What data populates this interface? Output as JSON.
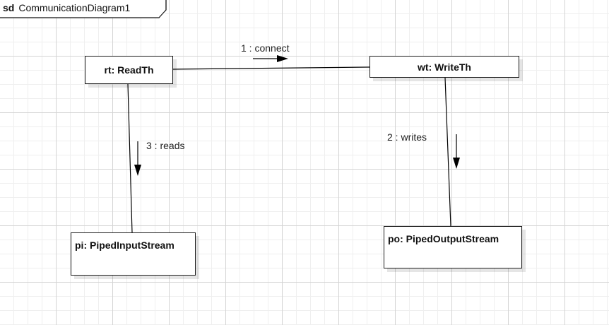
{
  "frame": {
    "keyword": "sd",
    "name": "CommunicationDiagram1"
  },
  "objects": {
    "read_thread": "rt: ReadTh",
    "write_thread": "wt: WriteTh",
    "piped_input": "pi: PipedInputStream",
    "piped_output": "po: PipedOutputStream"
  },
  "messages": {
    "connect": "1 : connect",
    "writes": "2 : writes",
    "reads": "3 : reads"
  },
  "colors": {
    "line": "#000000",
    "grid_major": "#d4d4d4",
    "grid_minor": "#efefef"
  }
}
